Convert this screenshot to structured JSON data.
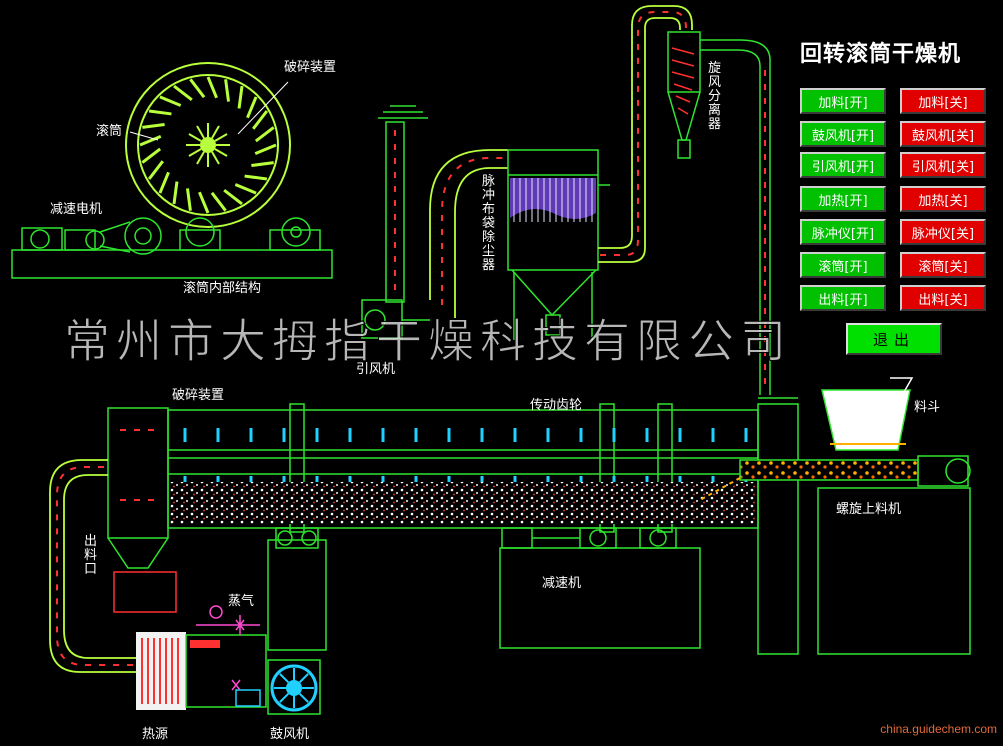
{
  "window": {
    "title": "回转滚筒干燥机"
  },
  "labels": {
    "crusher_top": "破碎装置",
    "drum": "滚筒",
    "reducer_motor": "减速电机",
    "drum_internal": "滚筒内部结构",
    "induced_fan": "引风机",
    "crusher_main": "破碎装置",
    "transmission_gear": "传动齿轮",
    "hopper": "料斗",
    "screw_feeder": "螺旋上料机",
    "reducer": "减速机",
    "steam": "蒸气",
    "heat_source": "热源",
    "blower": "鼓风机",
    "pulse_bag_filter": "脉冲布袋除尘器",
    "cyclone_separator": "旋风分离器",
    "discharge_port": "出料口"
  },
  "controls": {
    "on": [
      {
        "label": "加料[开]"
      },
      {
        "label": "鼓风机[开]"
      },
      {
        "label": "引风机[开]"
      },
      {
        "label": "加热[开]"
      },
      {
        "label": "脉冲仪[开]"
      },
      {
        "label": "滚筒[开]"
      },
      {
        "label": "出料[开]"
      }
    ],
    "off": [
      {
        "label": "加料[关]"
      },
      {
        "label": "鼓风机[关]"
      },
      {
        "label": "引风机[关]"
      },
      {
        "label": "加热[关]"
      },
      {
        "label": "脉冲仪[关]"
      },
      {
        "label": "滚筒[关]"
      },
      {
        "label": "出料[关]"
      }
    ],
    "exit_label": "退出"
  },
  "watermark": "常州市大拇指干燥科技有限公司",
  "source": "china.guidechem.com",
  "colors": {
    "line": "#b8ff3c",
    "equipment": "#2fe52f",
    "on_button": "#00c000",
    "off_button": "#e00000",
    "exit_button": "#00e000",
    "flow": "#ff3030",
    "lifter": "#20d0ff",
    "source_text": "#e06a3a"
  }
}
